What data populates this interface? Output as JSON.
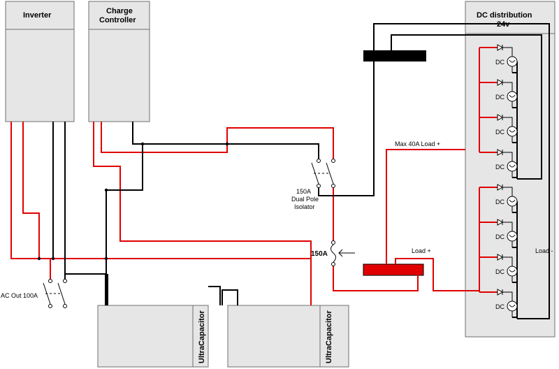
{
  "components": {
    "inverter": "Inverter",
    "charge_controller_line1": "Charge",
    "charge_controller_line2": "Controller",
    "dc_distribution_line1": "DC distribution",
    "dc_distribution_line2": "24v",
    "ultracapacitor_1": "UltraCapacitor",
    "ultracapacitor_2": "UltraCapacitor",
    "isolator_line1": "150A",
    "isolator_line2": "Dual Pole",
    "isolator_line3": "Isolator",
    "fuse": "150A",
    "ac_out": "AC Out 100A"
  },
  "labels": {
    "max_load": "Max 40A Load +",
    "load_plus": "Load +",
    "load_minus": "Load -",
    "dc_slot": "DC"
  },
  "colors": {
    "positive": "#e00000",
    "negative": "#000000",
    "box_fill": "#e6e6e6",
    "box_stroke": "#6f6f6f"
  }
}
